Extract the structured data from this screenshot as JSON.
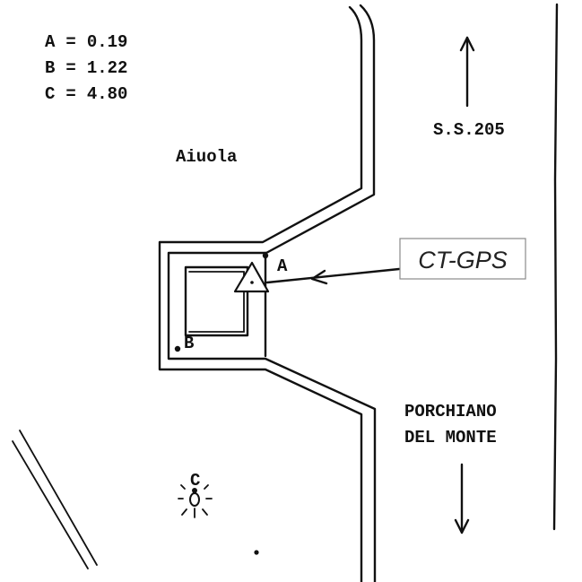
{
  "legend": [
    {
      "key": "A",
      "sep": "=",
      "value": "0.19"
    },
    {
      "key": "B",
      "sep": "=",
      "value": "1.22"
    },
    {
      "key": "C",
      "sep": "=",
      "value": "4.80"
    }
  ],
  "labels": {
    "aiuola": "Aiuola",
    "road_north": "S.S.205",
    "town_line1": "PORCHIANO",
    "town_line2": "DEL MONTE",
    "point_a": "A",
    "point_b": "B",
    "point_c": "C",
    "station": "CT-GPS"
  },
  "icons": {
    "station_marker": "triangle-benchmark-icon",
    "light": "street-lamp-icon",
    "north_arrow": "arrow-up-icon",
    "south_arrow": "arrow-down-icon"
  }
}
